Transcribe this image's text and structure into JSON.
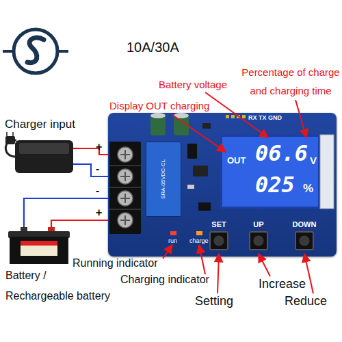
{
  "diagram": {
    "title": "10A/30A",
    "nodes": [
      {
        "text": [
          "Charger input"
        ]
      },
      {
        "text": [
          "RX TX GND"
        ]
      },
      {
        "text": [
          "SRA-05VDC-CL"
        ],
        "in": 1
      },
      {
        "text": [
          "OUT",
          "06.6",
          "V",
          "025",
          "%"
        ],
        "in": 1
      },
      {
        "text": [
          "SET"
        ],
        "in": 1
      },
      {
        "text": [
          "UP"
        ],
        "in": 1
      },
      {
        "text": [
          "DOWN"
        ],
        "in": 1
      },
      {
        "text": [
          "Battery / Rechargeable battery"
        ]
      }
    ],
    "edges": [
      {
        "from": 0,
        "to": 1,
        "label": "+",
        "arrow": "none"
      },
      {
        "from": 0,
        "to": 1,
        "label": "-",
        "arrow": "none"
      },
      {
        "from": 7,
        "to": 1,
        "label": "-",
        "arrow": "none"
      },
      {
        "from": 7,
        "to": 1,
        "label": "+",
        "arrow": "none"
      }
    ],
    "labels": [
      "Battery voltage",
      "Percentage of charge and charging time",
      "Display OUT charging",
      "run",
      "charge",
      "Running indicator",
      "Charging indicator",
      "Setting",
      "Increase",
      "Reduce"
    ]
  }
}
